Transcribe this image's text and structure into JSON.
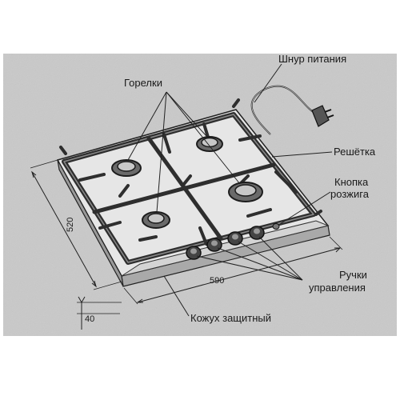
{
  "labels": {
    "burners": "Горелки",
    "power_cord": "Шнур питания",
    "grate": "Решётка",
    "ignition_button_line1": "Кнопка",
    "ignition_button_line2": "розжига",
    "control_knobs_line1": "Ручки",
    "control_knobs_line2": "управления",
    "protective_casing": "Кожух защитный"
  },
  "dimensions": {
    "depth": "520",
    "width": "590",
    "height": "40"
  },
  "colors": {
    "background_panel": "#c9c9c9",
    "hob_surface": "#e3e3e3",
    "grate": "#3a3a3a",
    "line": "#222222"
  }
}
